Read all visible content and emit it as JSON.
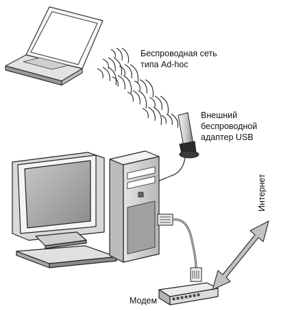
{
  "labels": {
    "adhoc_line1": "Беспроводная сеть",
    "adhoc_line2": "типа Ad-hoc",
    "usb_line1": "Внешний",
    "usb_line2": "беспроводной",
    "usb_line3": "адаптер USB",
    "modem": "Модем",
    "internet": "Интернет"
  },
  "icons": [
    "laptop-icon",
    "wifi-waves-icon",
    "usb-adapter-icon",
    "monitor-icon",
    "keyboard-icon",
    "pc-tower-icon",
    "rj-connector-icon",
    "modem-icon",
    "double-arrow-icon"
  ]
}
